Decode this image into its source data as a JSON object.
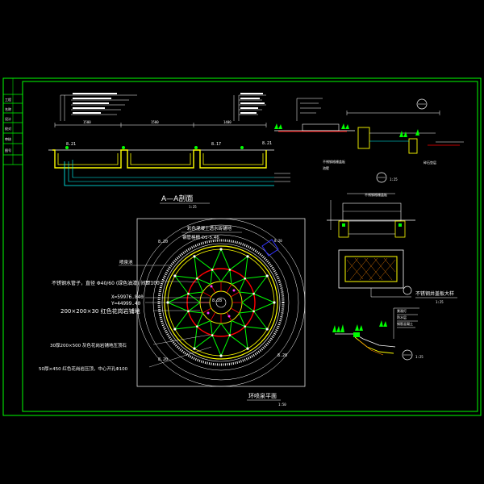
{
  "drawing": {
    "colors": {
      "background": "#000000",
      "frame": "#00ff00",
      "white": "#ffffff",
      "yellow": "#ffff00",
      "cyan": "#00ffff",
      "red": "#ff0000",
      "blue": "#3333ff",
      "magenta": "#ff33ff",
      "green": "#00ff00",
      "orange": "#ff8800"
    }
  },
  "section_aa": {
    "title": "A—A剖面",
    "scale": "1:25",
    "levels": [
      "8.21",
      "8.17",
      "8.21"
    ],
    "dimensions": [
      "1500",
      "1500",
      "1400"
    ]
  },
  "plan": {
    "title": "环喷泉平面",
    "scale": "1:50",
    "top_labels": [
      "彩色混凝土透水砖铺地",
      "钢管格栅 D1-5.46"
    ],
    "level_top": "8.20",
    "level_bottom": "8.20",
    "level_center": "8.28",
    "cloud_label": "8.20",
    "callouts": [
      "不锈钢水管子，直径 Φ40/60 (绿色油漆) 间距100",
      "X=59976.840",
      "Y=44999.40",
      "200×200×30 红色花岗岩铺地",
      "30厚200×500 灰色花岗岩铺地压顶石",
      "50厚×450 红色花岗岩压顶，中心开孔Φ100"
    ],
    "side_note": "喷泉池"
  },
  "detail_1": {
    "scale": "1:25",
    "notes": [
      "不锈钢格栅盖板",
      "池壁",
      "碎石垫层"
    ]
  },
  "detail_2": {
    "scale": "1:25",
    "notes": [
      "不锈钢格栅盖板"
    ]
  },
  "detail_3": {
    "title": "不锈钢井盖板大样",
    "scale": "1:25"
  },
  "detail_4": {
    "scale": "1:25",
    "notes": [
      "景观灯",
      "防水层",
      "钢筋混凝土"
    ]
  },
  "title_block": {
    "rows": [
      "工程",
      "名称",
      "设计",
      "校对",
      "审核",
      "图号"
    ]
  }
}
